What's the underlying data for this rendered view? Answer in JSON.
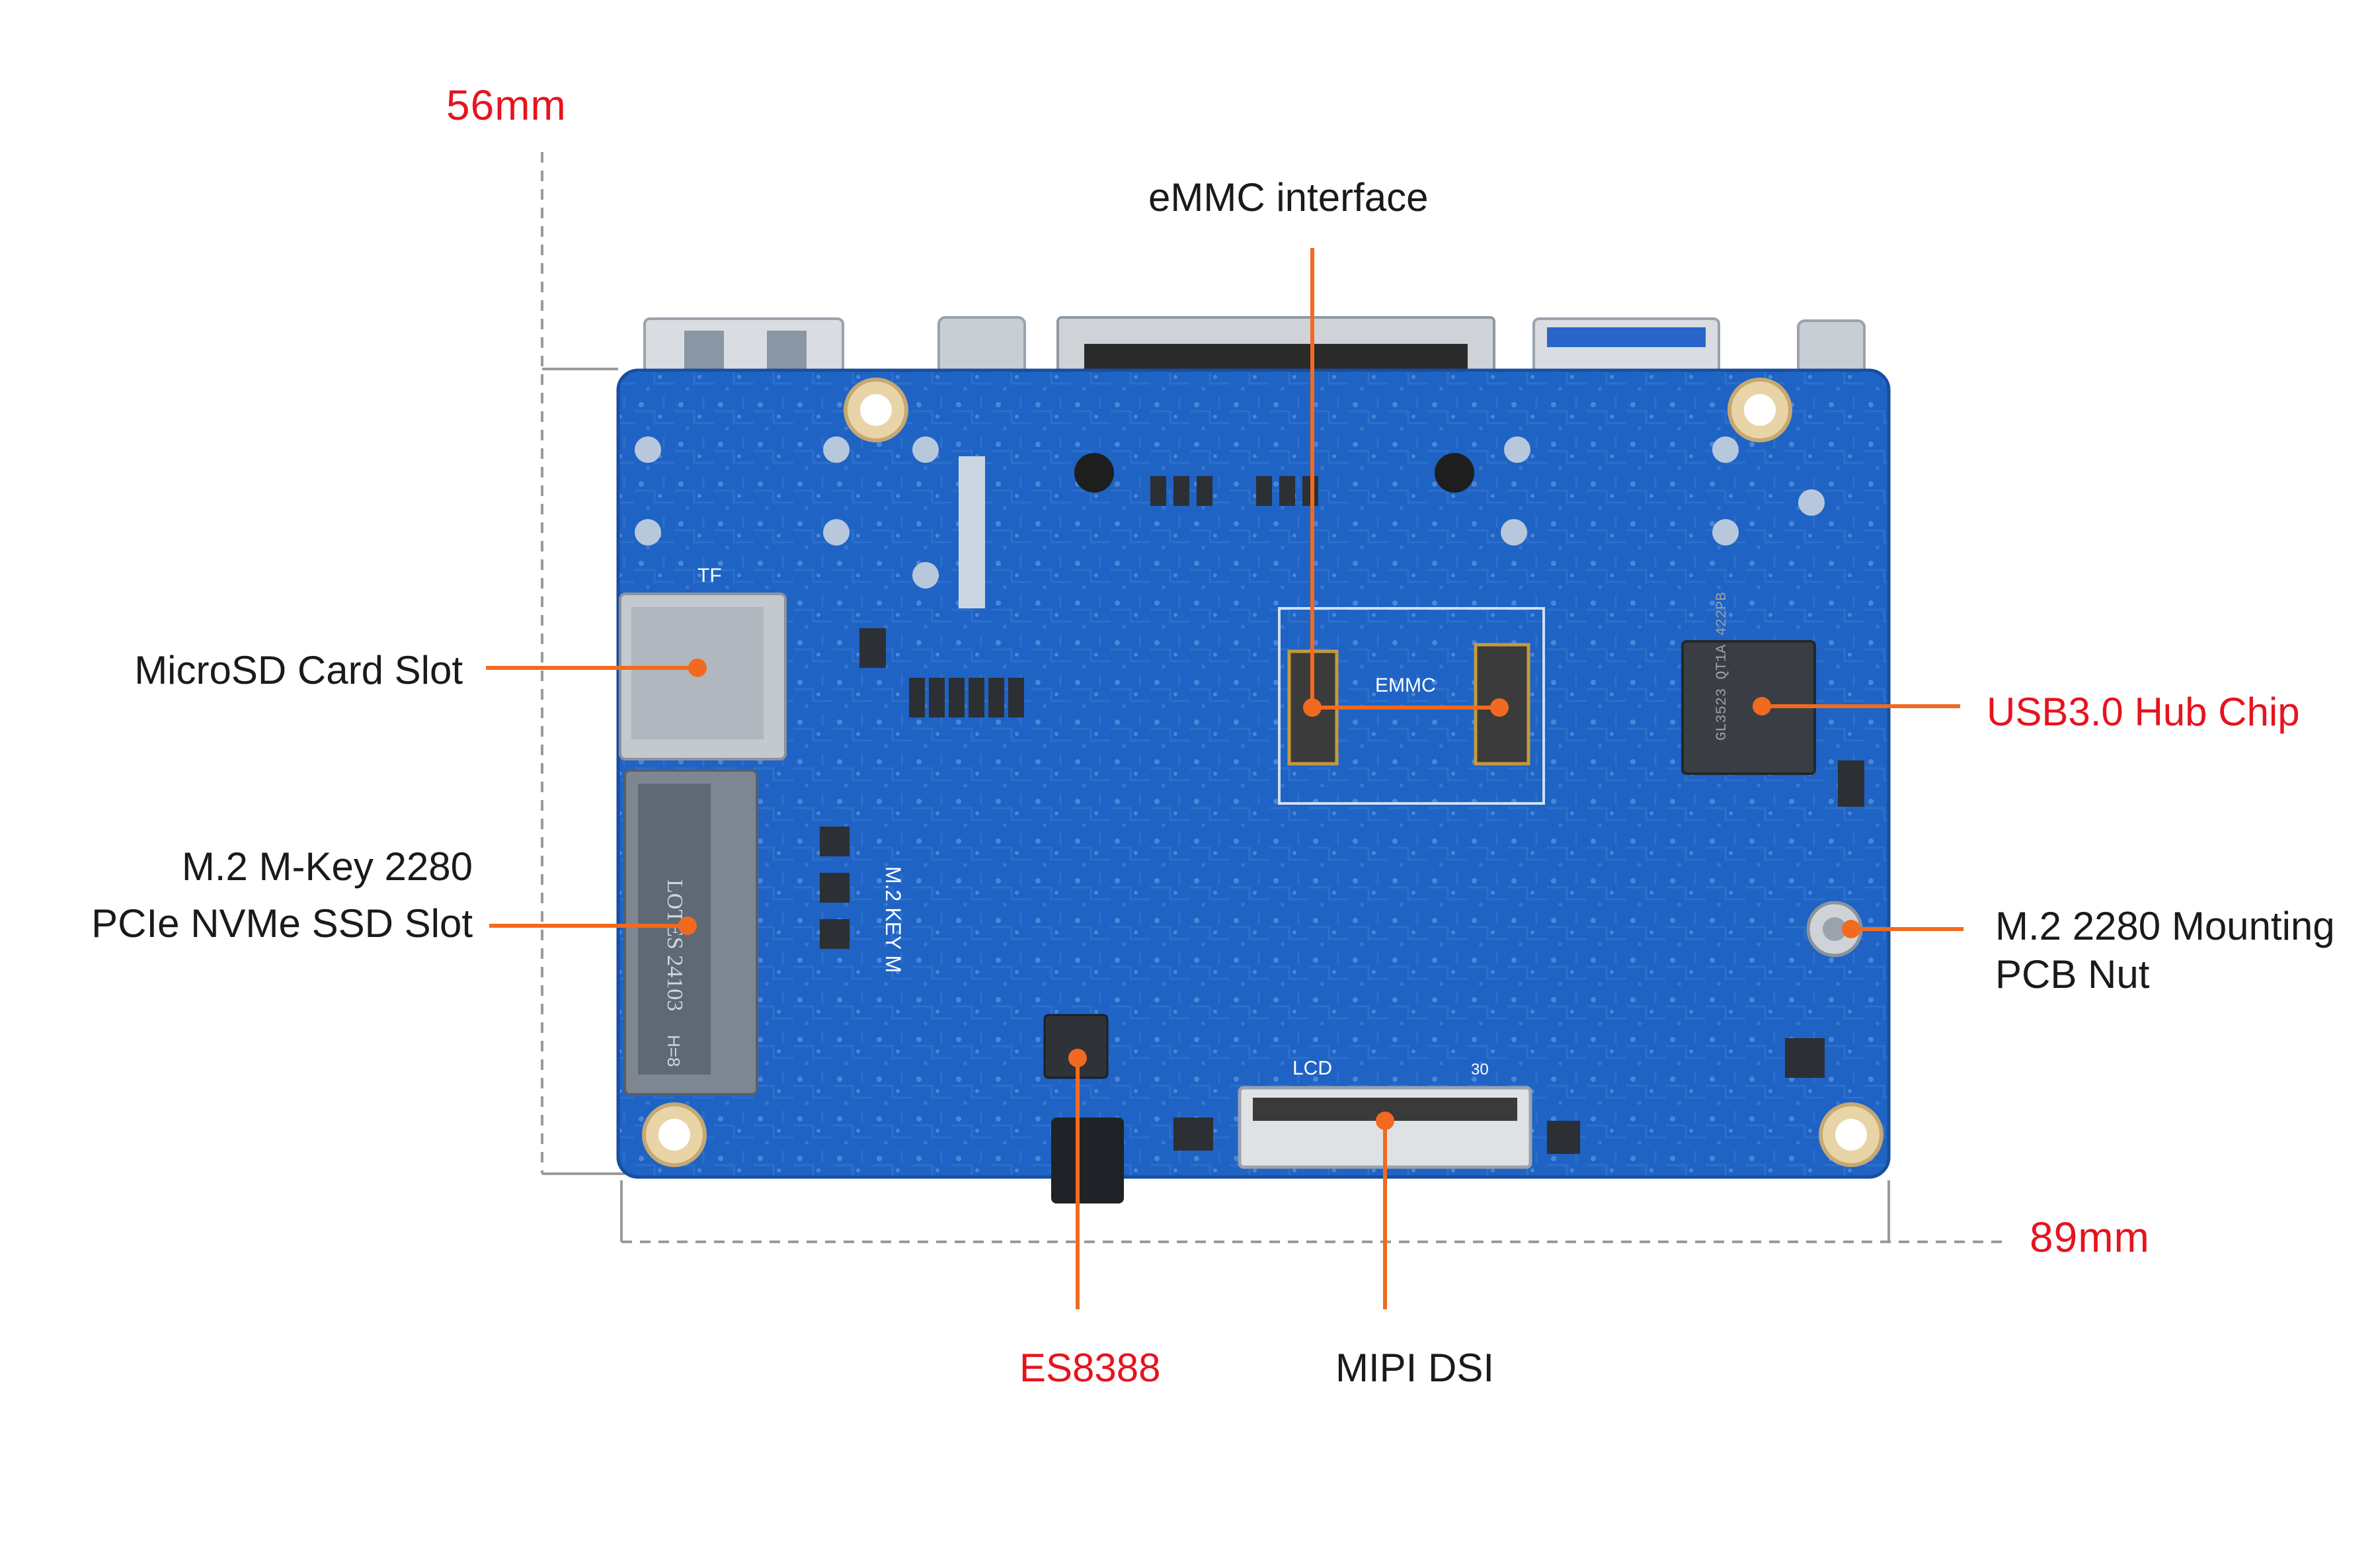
{
  "dimensions": {
    "height": "56mm",
    "width": "89mm"
  },
  "board": {
    "silkscreen": {
      "tf": "TF",
      "emmc": "EMMC",
      "m2_key": "M.2 KEY M",
      "lcd": "LCD",
      "lcd_pin": "30",
      "ssd_slot_text": "LOTES 24103",
      "ssd_pin": "H=8",
      "hub_chip_text": "GL3523 QT1A 422PB"
    },
    "colors": {
      "pcb": "#1f63c4",
      "callout": "#f26a1f",
      "highlight_text": "#e6141e"
    }
  },
  "callouts": {
    "emmc": "eMMC interface",
    "microsd": "MicroSD Card Slot",
    "m2_line1": "M.2 M-Key 2280",
    "m2_line2": "PCIe NVMe SSD Slot",
    "usb_hub": "USB3.0 Hub Chip",
    "mount_line1": "M.2 2280 Mounting",
    "mount_line2": "PCB Nut",
    "es8388": "ES8388",
    "mipi": "MIPI DSI"
  }
}
